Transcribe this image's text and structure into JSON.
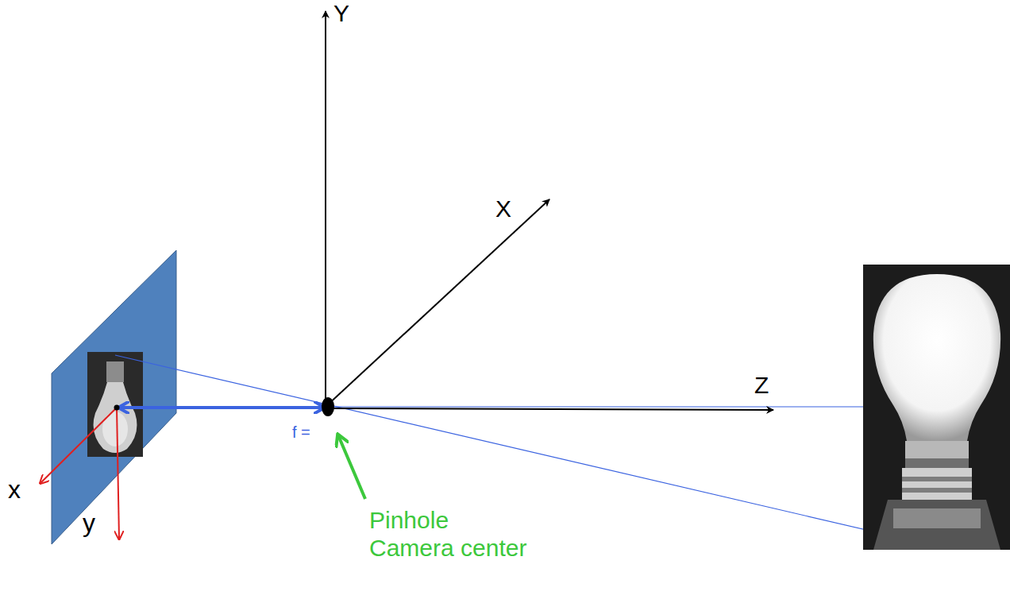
{
  "diagram": {
    "labels": [
      "Y",
      "X",
      "Z",
      "x",
      "y",
      "f =",
      "Pinhole Camera center"
    ]
  }
}
